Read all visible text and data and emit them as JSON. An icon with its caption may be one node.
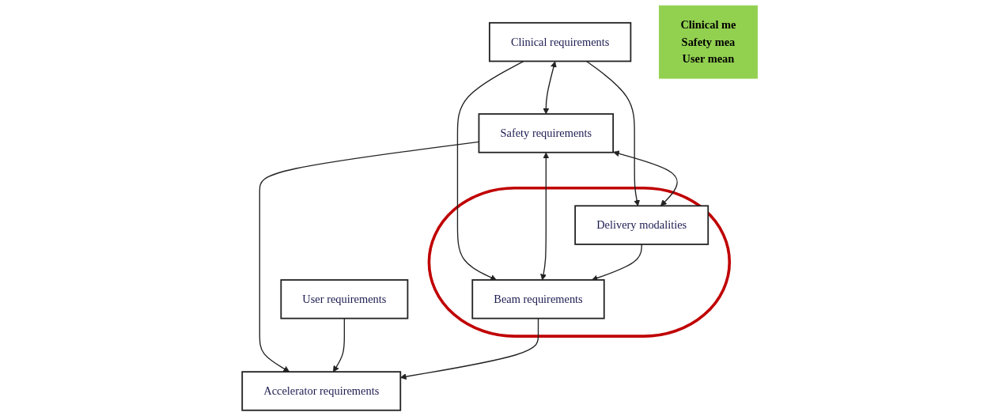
{
  "diagram": {
    "nodes": [
      {
        "text": [
          "Clinical requirements"
        ]
      },
      {
        "text": [
          "Safety requirements"
        ]
      },
      {
        "text": [
          "User requirements"
        ]
      },
      {
        "text": [],
        "shape": "ellipse"
      },
      {
        "text": [
          "Delivery modalities"
        ],
        "in": 3
      },
      {
        "text": [
          "Beam requirements"
        ],
        "in": 3
      },
      {
        "text": [
          "Accelerator requirements"
        ]
      },
      {
        "text": [
          "Clinical me",
          "Safety mea",
          "User mean"
        ]
      }
    ],
    "edges": [
      {
        "from": 0,
        "to": 1,
        "arrow": "both"
      },
      {
        "from": 0,
        "to": 4,
        "arrow": "to"
      },
      {
        "from": 0,
        "to": 5,
        "arrow": "to"
      },
      {
        "from": 1,
        "to": 4,
        "arrow": "both"
      },
      {
        "from": 1,
        "to": 5,
        "arrow": "both"
      },
      {
        "from": 1,
        "to": 6,
        "arrow": "to"
      },
      {
        "from": 2,
        "to": 6,
        "arrow": "to"
      },
      {
        "from": 4,
        "to": 5,
        "arrow": "to"
      },
      {
        "from": 5,
        "to": 6,
        "arrow": "to"
      }
    ]
  }
}
